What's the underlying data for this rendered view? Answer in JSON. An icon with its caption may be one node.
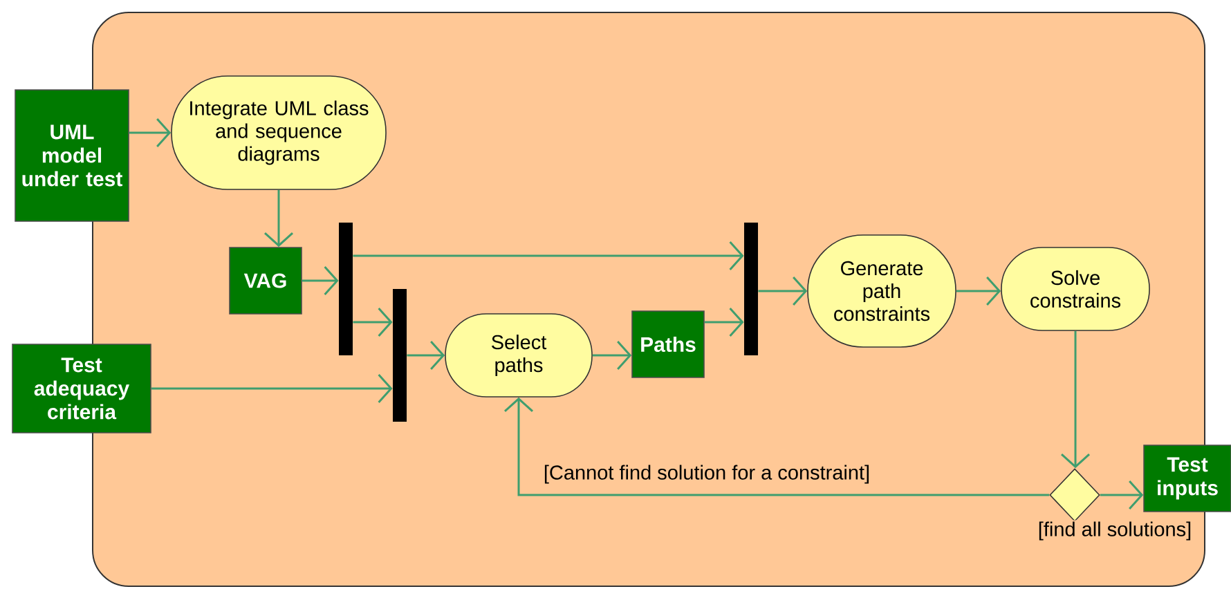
{
  "diagram": {
    "nodes": [
      {
        "text": [],
        "shape": "box"
      },
      {
        "text": [
          "UML model under test"
        ]
      },
      {
        "text": [
          "Integrate UML class and sequence diagrams"
        ],
        "in": 0
      },
      {
        "text": [
          "VAG"
        ],
        "in": 0
      },
      {
        "text": [],
        "shape": "bar",
        "in": 0
      },
      {
        "text": [
          "Test adequacy criteria"
        ]
      },
      {
        "text": [],
        "shape": "bar",
        "in": 0
      },
      {
        "text": [
          "Select paths"
        ],
        "in": 0
      },
      {
        "text": [
          "Paths"
        ],
        "in": 0
      },
      {
        "text": [],
        "shape": "bar",
        "in": 0
      },
      {
        "text": [
          "Generate path constraints"
        ],
        "in": 0
      },
      {
        "text": [
          "Solve constrains"
        ],
        "in": 0
      },
      {
        "text": [],
        "shape": "diamond",
        "in": 0
      },
      {
        "text": [
          "Test inputs"
        ]
      }
    ],
    "edges": [
      {
        "from": 1,
        "to": 2,
        "arrow": "to"
      },
      {
        "from": 2,
        "to": 3,
        "arrow": "to"
      },
      {
        "from": 3,
        "to": 4,
        "arrow": "to"
      },
      {
        "from": 4,
        "to": 9,
        "arrow": "to"
      },
      {
        "from": 4,
        "to": 6,
        "arrow": "to"
      },
      {
        "from": 5,
        "to": 6,
        "arrow": "to"
      },
      {
        "from": 6,
        "to": 7,
        "arrow": "to"
      },
      {
        "from": 7,
        "to": 8,
        "arrow": "to"
      },
      {
        "from": 8,
        "to": 9,
        "arrow": "to"
      },
      {
        "from": 9,
        "to": 10,
        "arrow": "to"
      },
      {
        "from": 10,
        "to": 11,
        "arrow": "to"
      },
      {
        "from": 11,
        "to": 12,
        "arrow": "to"
      },
      {
        "from": 12,
        "to": 7,
        "label": "[Cannot find solution for a constraint]",
        "arrow": "to"
      },
      {
        "from": 12,
        "to": 13,
        "label": "[find all solutions]",
        "arrow": "to"
      }
    ]
  }
}
